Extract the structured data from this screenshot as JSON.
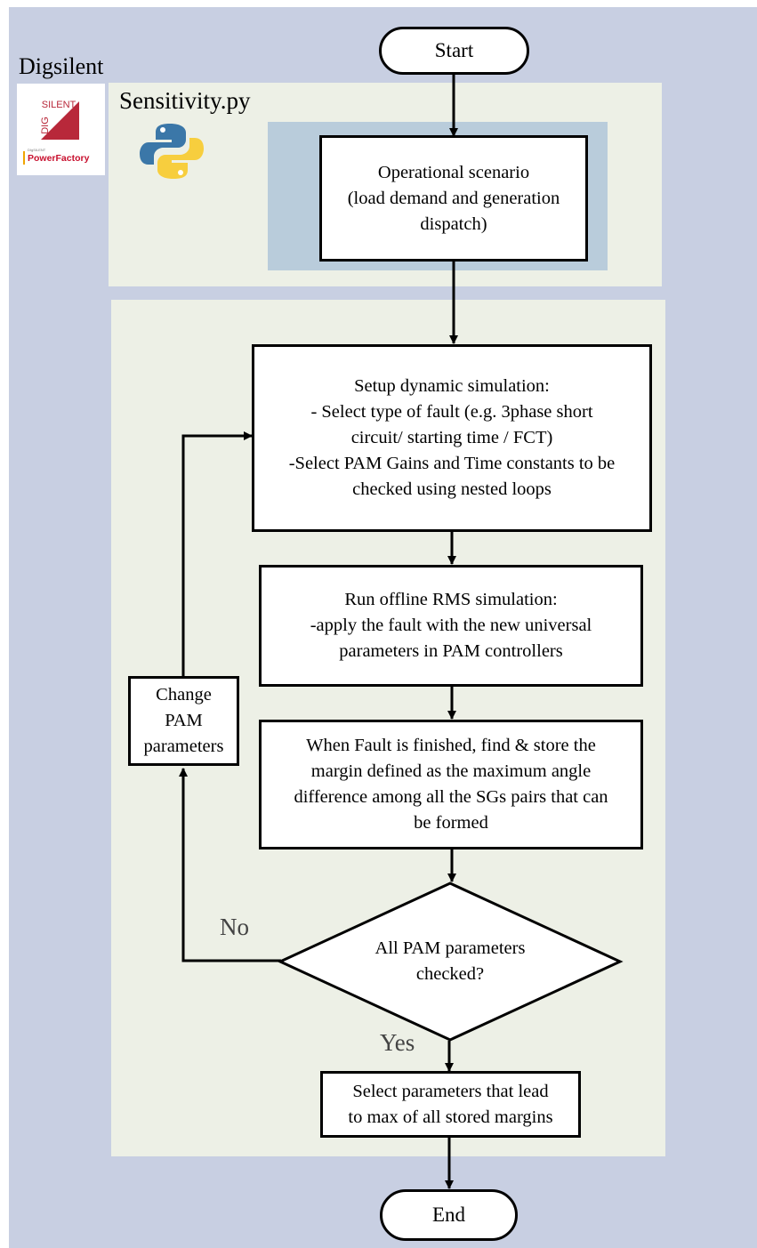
{
  "labels": {
    "digsilent": "Digsilent",
    "sensitivity": "Sensitivity.py",
    "no": "No",
    "yes": "Yes"
  },
  "logo": {
    "line1": "SILENT",
    "line2": "DIG",
    "brand": "PowerFactory",
    "brand_color": "#c8102e",
    "accent": "#b8283a"
  },
  "nodes": {
    "start": "Start",
    "scenario": "Operational scenario\n(load demand and generation\ndispatch)",
    "setup": "Setup dynamic simulation:\n- Select type of fault (e.g. 3phase short\ncircuit/ starting time / FCT)\n-Select PAM Gains and Time constants to be\nchecked using nested loops",
    "run": "Run offline RMS simulation:\n-apply the fault with the new universal\nparameters in PAM controllers",
    "margin": "When Fault is finished, find & store the\nmargin defined as the maximum angle\ndifference among all the SGs pairs that can\nbe formed",
    "decision": "All PAM parameters\nchecked?",
    "change": "Change\nPAM\nparameters",
    "select": "Select parameters that lead\nto max of all stored margins",
    "end": "End"
  },
  "colors": {
    "background": "#c8cfe2",
    "panel": "#edf0e6",
    "inner_highlight": "#b9ccdb",
    "python_blue": "#3b77a8",
    "python_yellow": "#f7ce3e"
  }
}
